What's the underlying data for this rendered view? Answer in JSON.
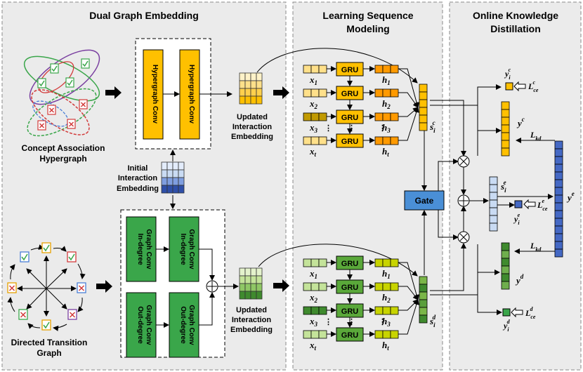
{
  "sections": {
    "left_title": "Dual Graph Embedding",
    "middle_title_l1": "Learning Sequence",
    "middle_title_l2": "Modeling",
    "right_title_l1": "Online Knowledge",
    "right_title_l2": "Distillation"
  },
  "labels": {
    "concept_l1": "Concept Association",
    "concept_l2": "Hypergraph",
    "directed_l1": "Directed Transition",
    "directed_l2": "Graph",
    "initial_l1": "Initial",
    "initial_l2": "Interaction",
    "initial_l3": "Embedding",
    "updated_top_l1": "Updated",
    "updated_top_l2": "Interaction",
    "updated_top_l3": "Embedding",
    "updated_bot_l1": "Updated",
    "updated_bot_l2": "Interaction",
    "updated_bot_l3": "Embedding",
    "hyper_conv_1": "Hypergraph Conv",
    "hyper_conv_2": "Hypergraph Conv",
    "in_conv_1a": "In-degree",
    "in_conv_1b": "Graph Conv",
    "in_conv_2a": "In-degree",
    "in_conv_2b": "Graph Conv",
    "out_conv_1a": "Out-degree",
    "out_conv_1b": "Graph Conv",
    "out_conv_2a": "Out-degree",
    "out_conv_2b": "Graph Conv",
    "gru": "GRU",
    "gate": "Gate",
    "x1": "x",
    "x1_sub": "1",
    "x2": "x",
    "x2_sub": "2",
    "x3": "x",
    "x3_sub": "3",
    "xt": "x",
    "xt_sub": "t",
    "h1": "h",
    "h1_sub": "1",
    "h2": "h",
    "h2_sub": "2",
    "h3": "h",
    "h3_sub": "3",
    "ht": "h",
    "ht_sub": "t",
    "dots": "⋮",
    "sic": "s",
    "sic_sub": "i",
    "sic_sup": "c",
    "sid": "s",
    "sid_sub": "i",
    "sid_sup": "d",
    "sie": "s",
    "sie_sub": "i",
    "sie_sup": "e",
    "yic": "y",
    "yic_sub": "i",
    "yic_sup": "c",
    "yie": "y",
    "yie_sub": "i",
    "yie_sup": "e",
    "yid": "y",
    "yid_sub": "i",
    "yid_sup": "d",
    "yc": "y",
    "yc_sup": "c",
    "yd": "y",
    "yd_sup": "d",
    "ye": "y",
    "ye_sup": "e",
    "lce_c": "L",
    "lce_c_sub": "ce",
    "lce_c_sup": "c",
    "lce_e": "L",
    "lce_e_sub": "ce",
    "lce_e_sup": "e",
    "lce_d": "L",
    "lce_d_sub": "ce",
    "lce_d_sup": "d",
    "lkd_1": "L",
    "lkd_1_sub": "kd",
    "lkd_2": "L",
    "lkd_2_sub": "kd"
  },
  "colors": {
    "panel_bg": "#ebebeb",
    "panel_border": "#8a8a8a",
    "hyper_orange": "#ffc000",
    "graph_green": "#3aa64a",
    "gate_blue": "#4a8fd6",
    "ye_blue": "#4468c4",
    "light_blue": "#c9dbf3"
  }
}
